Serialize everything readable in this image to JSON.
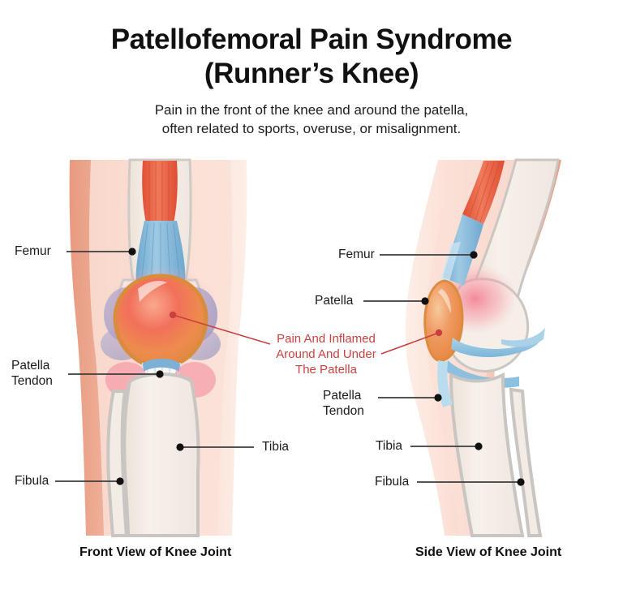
{
  "poster": {
    "background_color": "#ffffff",
    "title_lines": [
      "Patellofemoral Pain Syndrome",
      "(Runner’s Knee)"
    ],
    "subtitle_lines": [
      "Pain in the front of the knee and around the patella,",
      "often related to sports, overuse, or misalignment."
    ]
  },
  "colors": {
    "pain_red": "#c8413f",
    "skin_outer": "#ea9a80",
    "skin_inner": "#f6c7b6",
    "skin_light": "#fbdfd4",
    "bone_cream": "#f4ece4",
    "bone_outline": "#c9c5c2",
    "cartilage_blue": "#7fb6d9",
    "cartilage_light": "#bcdcee",
    "tendon_blue": "#86b4d8",
    "muscle_red": "#e8563a",
    "patella_orange": "#eb9a55",
    "patella_core_red": "#ef6a55",
    "inflame_pink": "#f27b8e",
    "bursa_purple": "#8f93c4",
    "label_text": "#1b1b1b",
    "leader_line": "#3c3c3c"
  },
  "views": {
    "front": {
      "caption": "Front View of Knee Joint",
      "labels": [
        {
          "id": "femur",
          "lines": [
            "Femur"
          ],
          "side": "left"
        },
        {
          "id": "patella-tendon",
          "lines": [
            "Patella",
            "Tendon"
          ],
          "side": "left"
        },
        {
          "id": "fibula",
          "lines": [
            "Fibula"
          ],
          "side": "left"
        },
        {
          "id": "tibia",
          "lines": [
            "Tibia"
          ],
          "side": "right"
        }
      ]
    },
    "side": {
      "caption": "Side View of Knee Joint",
      "labels": [
        {
          "id": "femur",
          "lines": [
            "Femur"
          ],
          "side": "left"
        },
        {
          "id": "patella",
          "lines": [
            "Patella"
          ],
          "side": "left"
        },
        {
          "id": "patella-tendon",
          "lines": [
            "Patella",
            "Tendon"
          ],
          "side": "left"
        },
        {
          "id": "tibia",
          "lines": [
            "Tibia"
          ],
          "side": "left"
        },
        {
          "id": "fibula",
          "lines": [
            "Fibula"
          ],
          "side": "left"
        }
      ]
    }
  },
  "annotation": {
    "pain_callout_lines": [
      "Pain And Inflamed",
      "Around And Under",
      "The Patella"
    ]
  }
}
